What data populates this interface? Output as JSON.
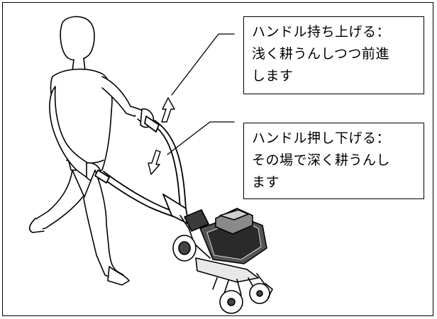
{
  "callouts": {
    "lift": {
      "lines": [
        "ハンドル持ち上げる：",
        "浅く耕うんしつつ前進",
        "します"
      ]
    },
    "press": {
      "lines": [
        "ハンドル押し下げる：",
        "その場で深く耕うんし",
        "ます"
      ]
    }
  },
  "colors": {
    "line": "#000000",
    "machine_body": "#555555",
    "machine_dark": "#2a2a2a",
    "background": "#ffffff"
  },
  "icons": {
    "up_arrow": "up-arrow-icon",
    "down_arrow": "down-arrow-icon"
  }
}
